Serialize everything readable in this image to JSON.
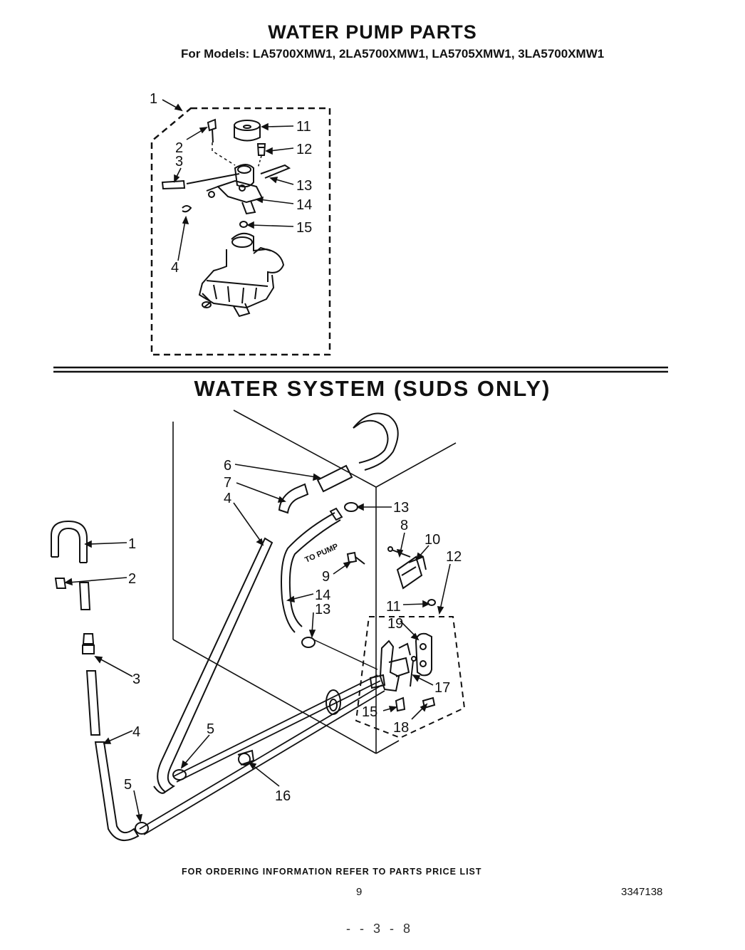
{
  "title": "WATER PUMP PARTS",
  "models": "For Models: LA5700XMW1, 2LA5700XMW1, LA5705XMW1, 3LA5700XMW1",
  "section_title": "WATER SYSTEM (SUDS ONLY)",
  "footer": "FOR ORDERING INFORMATION REFER TO PARTS PRICE LIST",
  "page_number": "9",
  "doc_number": "3347138",
  "scrawl": "- - 3 - 8",
  "hose_text": "TO PUMP",
  "pump_callouts": [
    "1",
    "2",
    "3",
    "4",
    "11",
    "12",
    "13",
    "14",
    "15"
  ],
  "system_callouts": [
    "1",
    "2",
    "3",
    "4",
    "5",
    "5",
    "16",
    "6",
    "7",
    "4",
    "13",
    "8",
    "10",
    "12",
    "9",
    "14",
    "13",
    "11",
    "19",
    "17",
    "15",
    "18"
  ]
}
